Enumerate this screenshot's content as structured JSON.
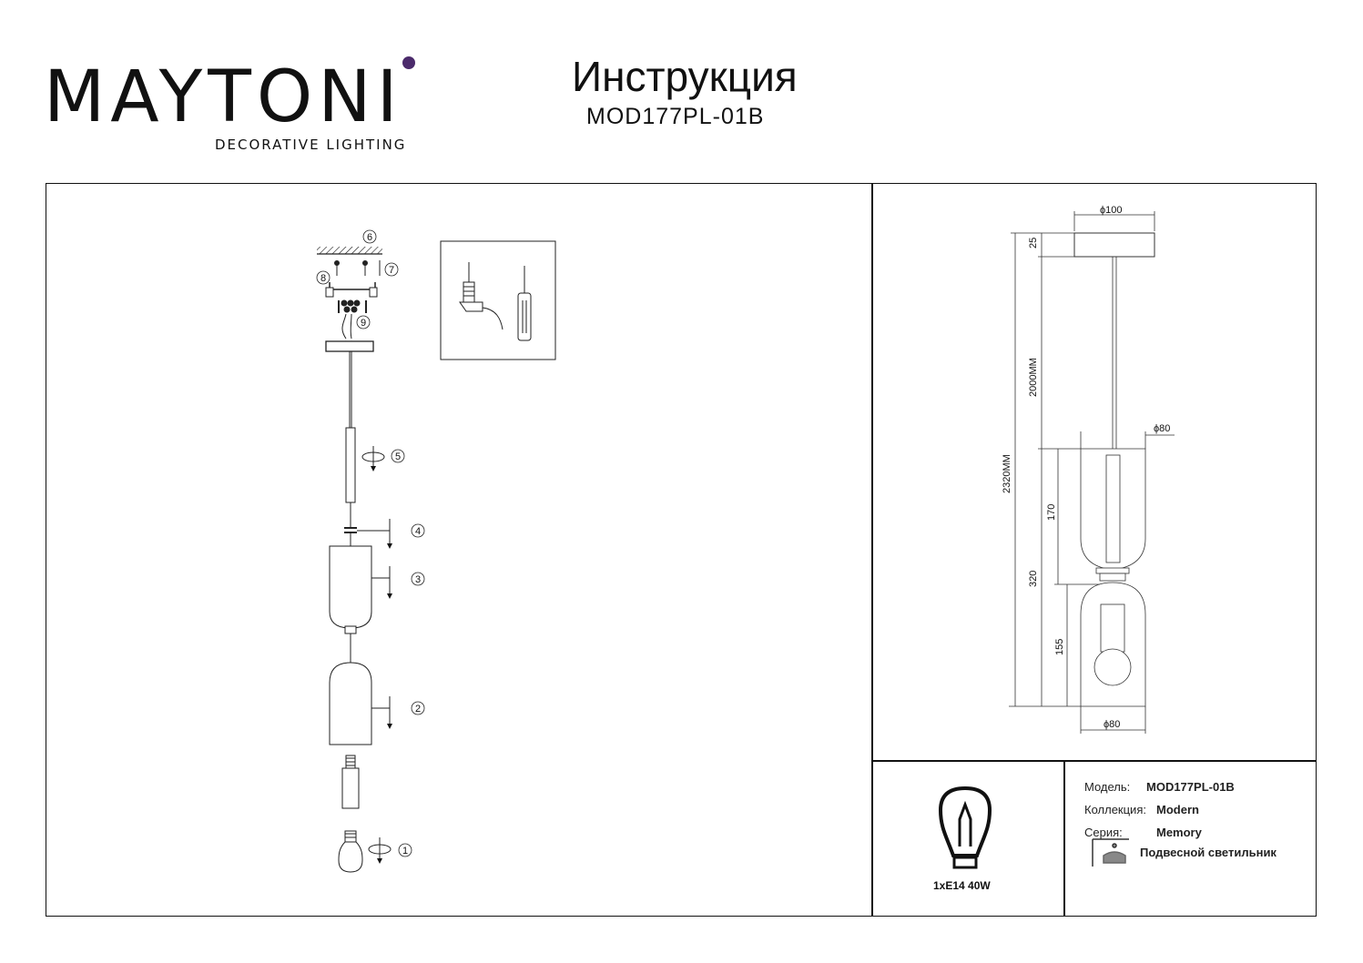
{
  "brand": {
    "name": "MAYTONI",
    "tagline": "DECORATIVE LIGHTING",
    "accent_color": "#4b2a6b"
  },
  "header": {
    "title": "Инструкция",
    "model": "MOD177PL-01B"
  },
  "assembly": {
    "step_numbers": [
      "①",
      "②",
      "③",
      "④",
      "⑤",
      "⑥",
      "⑦",
      "⑧",
      "⑨"
    ]
  },
  "dimensions": {
    "canopy_diameter": "ϕ100",
    "canopy_height": "25",
    "cable_length": "2000MM",
    "total_height": "2320MM",
    "upper_shade_diameter": "ϕ80",
    "upper_height": "170",
    "body_height": "320",
    "lower_height": "155",
    "lower_shade_diameter": "ϕ80"
  },
  "bulb": {
    "icon": "light-bulb-icon",
    "spec": "1xE14 40W"
  },
  "specs": {
    "model_label": "Модель:",
    "model_value": "MOD177PL-01B",
    "collection_label": "Коллекция:",
    "collection_value": "Modern",
    "series_label": "Серия:",
    "series_value": "Memory",
    "type_icon": "pendant-lamp-icon",
    "type_value": "Подвесной светильник"
  }
}
